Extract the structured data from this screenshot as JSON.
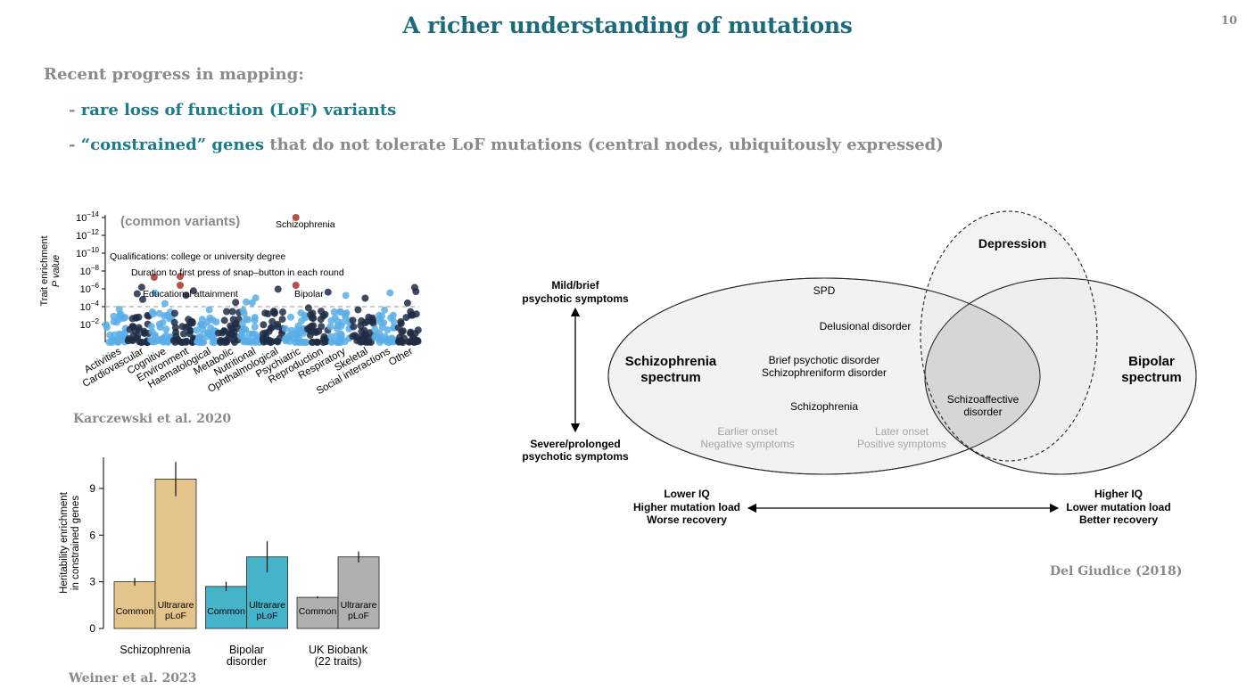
{
  "slide": {
    "title": "A richer understanding of mutations",
    "page_number": "10",
    "intro": "Recent progress in mapping:",
    "bullet1_dash": "- ",
    "bullet1": "rare loss of function (LoF) variants",
    "bullet2_dash": "- ",
    "bullet2_highlight": "“constrained” genes",
    "bullet2_rest": " that do not tolerate LoF mutations (central nodes, ubiquitously expressed)"
  },
  "citations": {
    "karczewski": "Karczewski et al. 2020",
    "weiner": "Weiner et al. 2023",
    "delgiudice": "Del Giudice (2018)"
  },
  "colors": {
    "title": "#1b6b7a",
    "accent": "#1b7a8c",
    "grey_text": "#8a8a8a",
    "highlight_point": "#b5524a",
    "light_blue": "#5aaee8",
    "dark_navy": "#1f2d45",
    "bar_schizophrenia": "#e3c48a",
    "bar_bipolar": "#45b3c8",
    "bar_ukb": "#b0b0b0"
  },
  "chart_data": [
    {
      "type": "scatter",
      "annotation": "(common variants)",
      "ylabel_line1": "Trait enrichment",
      "ylabel_line2": "P value",
      "yticks": [
        {
          "base": "10",
          "exp": "−14"
        },
        {
          "base": "10",
          "exp": "−12"
        },
        {
          "base": "10",
          "exp": "−10"
        },
        {
          "base": "10",
          "exp": "−8"
        },
        {
          "base": "10",
          "exp": "−6"
        },
        {
          "base": "10",
          "exp": "−4"
        },
        {
          "base": "10",
          "exp": "−2"
        }
      ],
      "threshold_neglog10": 4,
      "categories": [
        "Activities",
        "Cardiovascular",
        "Cognitive",
        "Environment",
        "Haematological",
        "Metabolic",
        "Nutritional",
        "Ophthalmological",
        "Psychiatric",
        "Reproduction",
        "Respiratory",
        "Skeletal",
        "Social interactions",
        "Other"
      ],
      "labels": {
        "schizophrenia": "Schizophrenia",
        "qualifications": "Qualifications: college or university degree",
        "duration": "Duration to first press of snap–button in each round",
        "educational": "Educational attainment",
        "bipolar": "Bipolar"
      },
      "highlighted_points": [
        {
          "name": "Schizophrenia",
          "x_category": "Psychiatric",
          "neglog10p": 14.0
        },
        {
          "name": "Duration to first press of snap–button in each round",
          "x_category": "Environment",
          "neglog10p": 7.4
        },
        {
          "name": "Qualifications: college or university degree",
          "x_category": "Cognitive",
          "neglog10p": 7.3
        },
        {
          "name": "Educational attainment",
          "x_category": "Environment",
          "neglog10p": 6.4
        },
        {
          "name": "Bipolar",
          "x_category": "Psychiatric",
          "neglog10p": 6.4
        }
      ]
    },
    {
      "type": "bar",
      "ylabel_line1": "Heritability enrichment",
      "ylabel_line2": "in constrained genes",
      "ylim": [
        0,
        11
      ],
      "yticks": [
        "0",
        "3",
        "6",
        "9"
      ],
      "groups": [
        {
          "label_line1": "Schizophrenia",
          "label_line2": "",
          "color": "#e3c48a",
          "bars": [
            {
              "label": "Common",
              "value": 3.0,
              "err": 0.25
            },
            {
              "label": "Ultrarare pLoF",
              "value": 9.6,
              "err": 1.1
            }
          ]
        },
        {
          "label_line1": "Bipolar",
          "label_line2": "disorder",
          "color": "#45b3c8",
          "bars": [
            {
              "label": "Common",
              "value": 2.7,
              "err": 0.3
            },
            {
              "label": "Ultrarare pLoF",
              "value": 4.6,
              "err": 1.0
            }
          ]
        },
        {
          "label_line1": "UK Biobank",
          "label_line2": "(22 traits)",
          "color": "#b0b0b0",
          "bars": [
            {
              "label": "Common",
              "value": 2.0,
              "err": 0.07
            },
            {
              "label": "Ultrarare pLoF",
              "value": 4.6,
              "err": 0.35
            }
          ]
        }
      ],
      "bar_labels": {
        "common": "Common",
        "ultrarare_1": "Ultrarare",
        "ultrarare_2": "pLoF"
      }
    }
  ],
  "diagram": {
    "depression": "Depression",
    "spd": "SPD",
    "delusional": "Delusional disorder",
    "schizophrenia_spectrum_1": "Schizophrenia",
    "schizophrenia_spectrum_2": "spectrum",
    "brief": "Brief psychotic disorder",
    "schizophreniform": "Schizophreniform disorder",
    "schizophrenia": "Schizophrenia",
    "earlier_onset": "Earlier onset",
    "negative": "Negative symptoms",
    "later_onset": "Later onset",
    "positive": "Positive symptoms",
    "schizoaffective_1": "Schizoaffective",
    "schizoaffective_2": "disorder",
    "bipolar_spectrum_1": "Bipolar",
    "bipolar_spectrum_2": "spectrum",
    "mild_1": "Mild/brief",
    "mild_2": "psychotic symptoms",
    "severe_1": "Severe/prolonged",
    "severe_2": "psychotic symptoms",
    "left_1": "Lower IQ",
    "left_2": "Higher mutation load",
    "left_3": "Worse recovery",
    "right_1": "Higher IQ",
    "right_2": "Lower mutation load",
    "right_3": "Better recovery"
  }
}
